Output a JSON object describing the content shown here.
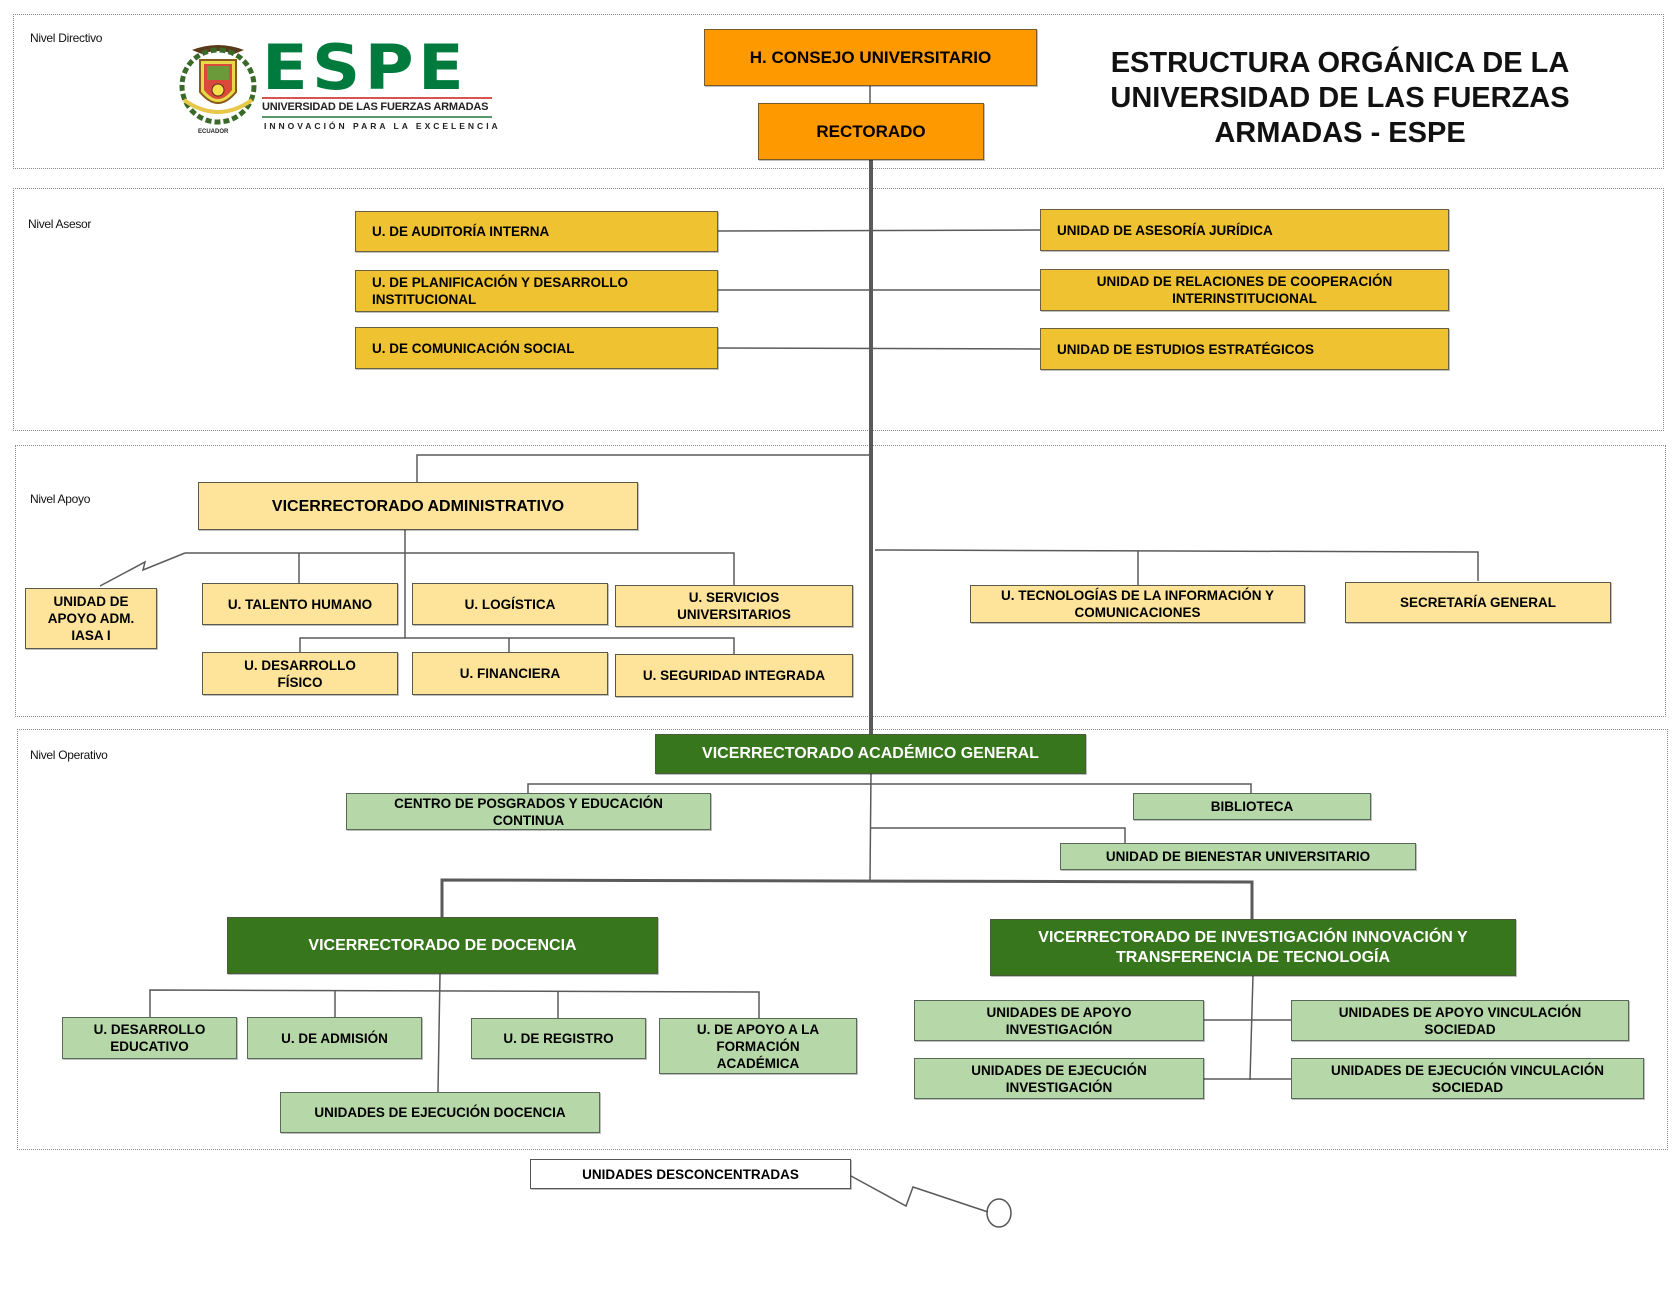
{
  "header": {
    "title_lines": [
      "ESTRUCTURA ORGÁNICA DE LA",
      "UNIVERSIDAD DE LAS FUERZAS",
      "ARMADAS - ESPE"
    ],
    "logo": {
      "wordmark": "ESPE",
      "subtitle": "UNIVERSIDAD DE LAS FUERZAS ARMADAS",
      "tagline": "INNOVACIÓN PARA LA EXCELENCIA",
      "seal_text": "ECUADOR"
    }
  },
  "levels": {
    "directivo": "Nivel Directivo",
    "asesor": "Nivel Asesor",
    "apoyo": "Nivel Apoyo",
    "operativo": "Nivel Operativo"
  },
  "colors": {
    "directive": "#ff9900",
    "advisory": "#efc232",
    "support": "#fde49a",
    "operative_main": "#38761d",
    "operative_unit": "#b6d7a8",
    "connector": "#5a5a5a"
  },
  "directivo": {
    "consejo": "H. CONSEJO UNIVERSITARIO",
    "rectorado": "RECTORADO"
  },
  "asesor": {
    "left": [
      "U. DE AUDITORÍA INTERNA",
      "U. DE PLANIFICACIÓN Y DESARROLLO INSTITUCIONAL",
      "U. DE COMUNICACIÓN SOCIAL"
    ],
    "right": [
      "UNIDAD DE ASESORÍA JURÍDICA",
      "UNIDAD DE RELACIONES DE COOPERACIÓN INTERINSTITUCIONAL",
      "UNIDAD DE ESTUDIOS ESTRATÉGICOS"
    ]
  },
  "apoyo": {
    "vicerrectorado": "VICERRECTORADO ADMINISTRATIVO",
    "iasa": "UNIDAD DE APOYO ADM. IASA I",
    "row1": [
      "U. TALENTO HUMANO",
      "U. LOGÍSTICA",
      "U. SERVICIOS UNIVERSITARIOS"
    ],
    "row2": [
      "U. DESARROLLO FÍSICO",
      "U. FINANCIERA",
      "U. SEGURIDAD INTEGRADA"
    ],
    "right": [
      "U. TECNOLOGÍAS DE LA INFORMACIÓN Y COMUNICACIONES",
      "SECRETARÍA GENERAL"
    ]
  },
  "operativo": {
    "academico": "VICERRECTORADO ACADÉMICO GENERAL",
    "posgrados": "CENTRO DE POSGRADOS Y EDUCACIÓN CONTINUA",
    "biblioteca": "BIBLIOTECA",
    "bienestar": "UNIDAD DE BIENESTAR UNIVERSITARIO",
    "docencia": "VICERRECTORADO DE DOCENCIA",
    "docencia_units": [
      "U. DESARROLLO EDUCATIVO",
      "U. DE ADMISIÓN",
      "U. DE REGISTRO",
      "U. DE APOYO A LA FORMACIÓN ACADÉMICA"
    ],
    "ejecucion_docencia": "UNIDADES DE EJECUCIÓN DOCENCIA",
    "investigacion": "VICERRECTORADO DE INVESTIGACIÓN INNOVACIÓN Y TRANSFERENCIA DE TECNOLOGÍA",
    "investigacion_units": [
      "UNIDADES DE APOYO INVESTIGACIÓN",
      "UNIDADES DE APOYO VINCULACIÓN SOCIEDAD",
      "UNIDADES DE EJECUCIÓN INVESTIGACIÓN",
      "UNIDADES DE EJECUCIÓN VINCULACIÓN SOCIEDAD"
    ]
  },
  "desconcentradas": "UNIDADES DESCONCENTRADAS"
}
